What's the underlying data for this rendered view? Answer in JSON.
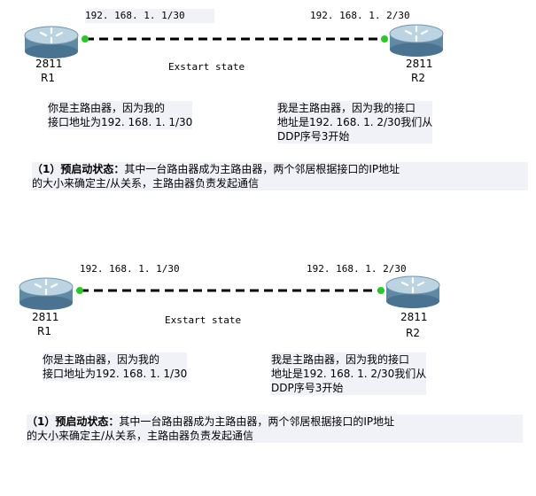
{
  "colors": {
    "link_line": "#000000",
    "port_dot": "#22cc22",
    "router_body": "#5f8aa6",
    "router_top": "#bcd3e2",
    "highlight": "#f1f2f8"
  },
  "panels": [
    {
      "ip_left": "192. 168. 1. 1/30",
      "ip_right": "192. 168. 1. 2/30",
      "state": "Exstart state",
      "r1_model": "2811",
      "r1_name": "R1",
      "r2_model": "2811",
      "r2_name": "R2",
      "r1_note_line1": "你是主路由器，因为我的",
      "r1_note_line2": "接口地址为192. 168. 1. 1/30",
      "r2_note_line1": "我是主路由器，因为我的接口",
      "r2_note_line2": "地址是192. 168. 1. 2/30我们从",
      "r2_note_line3": "DDP序号3开始",
      "caption_lead": "（1）预启动状态：",
      "caption_line1": "其中一台路由器成为主路由器，两个邻居根据接口的IP地址",
      "caption_line2": "的大小来确定主/从关系，主路由器负责发起通信"
    },
    {
      "ip_left": "192. 168. 1. 1/30",
      "ip_right": "192. 168. 1. 2/30",
      "state": "Exstart state",
      "r1_model": "2811",
      "r1_name": "R1",
      "r2_model": "2811",
      "r2_name": "R2",
      "r1_note_line1": "你是主路由器，因为我的",
      "r1_note_line2": "接口地址为192. 168. 1. 1/30",
      "r2_note_line1": "我是主路由器，因为我的接口",
      "r2_note_line2": "地址是192. 168. 1. 2/30我们从",
      "r2_note_line3": "DDP序号3开始",
      "caption_lead": "（1）预启动状态：",
      "caption_line1": "其中一台路由器成为主路由器，两个邻居根据接口的IP地址",
      "caption_line2": "的大小来确定主/从关系，主路由器负责发起通信"
    }
  ]
}
